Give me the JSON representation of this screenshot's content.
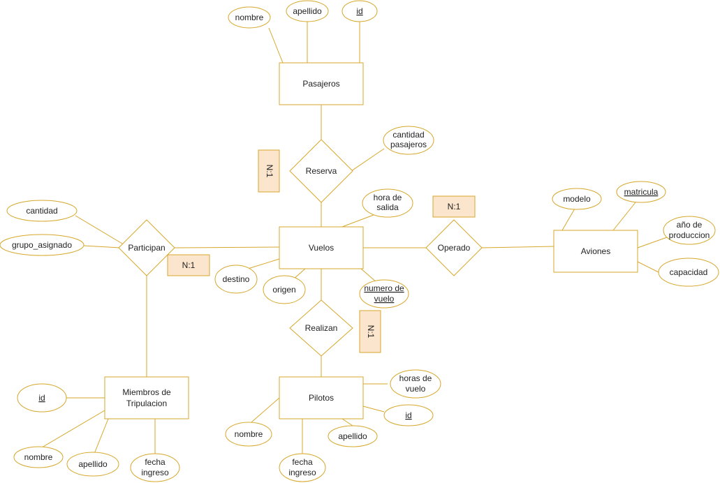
{
  "entities": {
    "pasajeros": "Pasajeros",
    "vuelos": "Vuelos",
    "aviones": "Aviones",
    "pilotos": "Pilotos",
    "miembros_l1": "Miembros de",
    "miembros_l2": "Tripulacion"
  },
  "relationships": {
    "reserva": "Reserva",
    "operado": "Operado",
    "participan": "Participan",
    "realizan": "Realizan"
  },
  "attributes": {
    "pas_nombre": "nombre",
    "pas_apellido": "apellido",
    "pas_id": "id",
    "cant_pasajeros_l1": "cantidad",
    "cant_pasajeros_l2": "pasajeros",
    "hora_salida_l1": "hora de",
    "hora_salida_l2": "salida",
    "destino": "destino",
    "origen": "origen",
    "num_vuelo_l1": "numero de",
    "num_vuelo_l2": "vuelo",
    "modelo": "modelo",
    "matricula": "matricula",
    "anio_l1": "año de",
    "anio_l2": "produccion",
    "capacidad": "capacidad",
    "cantidad": "cantidad",
    "grupo_asignado": "grupo_asignado",
    "trip_id": "id",
    "trip_nombre": "nombre",
    "trip_apellido": "apellido",
    "trip_fecha_l1": "fecha",
    "trip_fecha_l2": "ingreso",
    "pil_horas_l1": "horas de",
    "pil_horas_l2": "vuelo",
    "pil_id": "id",
    "pil_apellido": "apellido",
    "pil_nombre": "nombre",
    "pil_fecha_l1": "fecha",
    "pil_fecha_l2": "ingreso"
  },
  "cardinalities": {
    "reserva": "N:1",
    "operado": "N:1",
    "participan": "N:1",
    "realizan": "N:1"
  },
  "colors": {
    "stroke": "#d6a72a",
    "card_fill": "#fce5cd",
    "text": "#222222"
  }
}
